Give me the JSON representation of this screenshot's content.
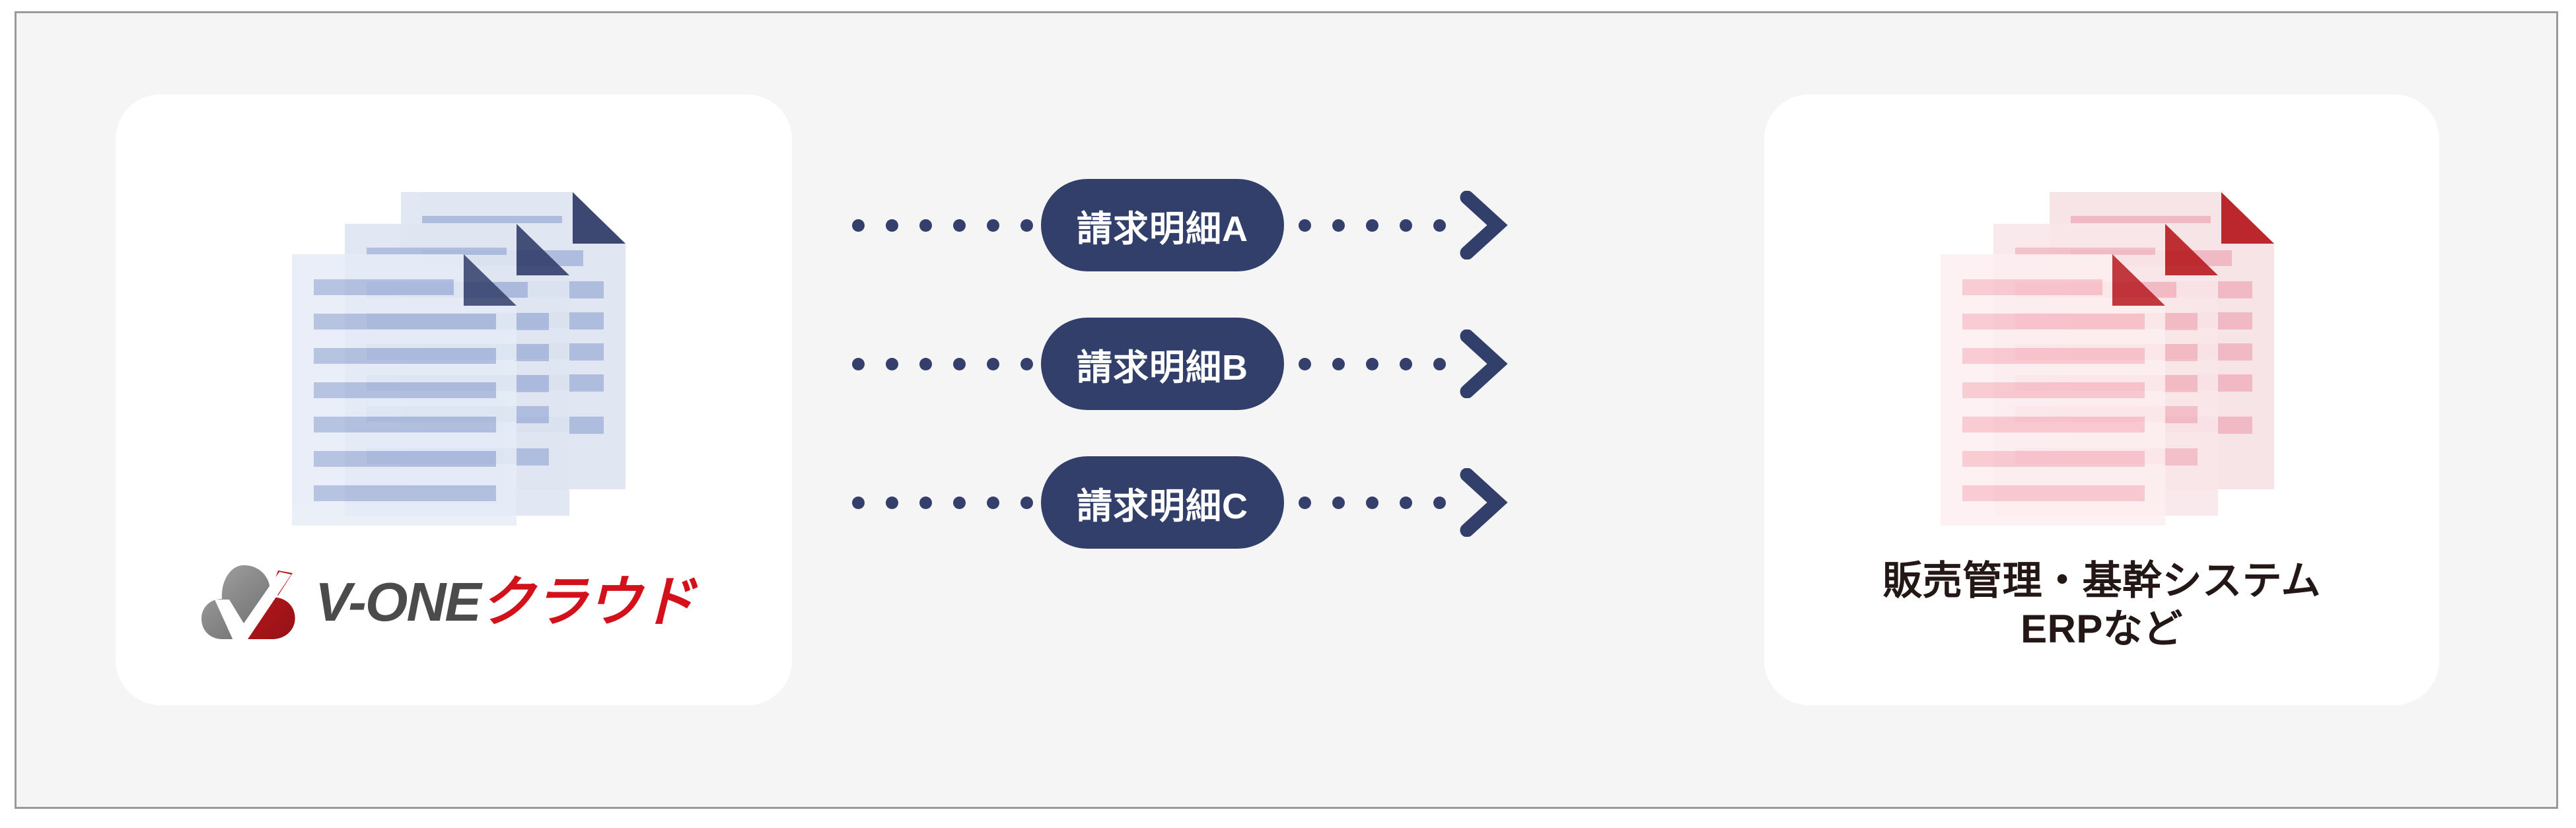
{
  "diagram": {
    "background_color": "#f5f5f5",
    "frame_border_color": "#9a9a9a",
    "accent_navy": "#333f6b",
    "accent_red": "#d3111b",
    "caption_color": "#231815"
  },
  "left_panel": {
    "doc_stack_icon": "blue-document-stack-icon",
    "logo": {
      "mark_icon": "v-one-cloud-check-logo-icon",
      "text_primary": "V-ONE",
      "text_secondary": "クラウド"
    }
  },
  "flow": {
    "rows": [
      {
        "label": "請求明細A",
        "lead_dot_count": 6,
        "trail_dot_count": 5,
        "arrow_icon": "chevron-right-icon"
      },
      {
        "label": "請求明細B",
        "lead_dot_count": 6,
        "trail_dot_count": 5,
        "arrow_icon": "chevron-right-icon"
      },
      {
        "label": "請求明細C",
        "lead_dot_count": 6,
        "trail_dot_count": 5,
        "arrow_icon": "chevron-right-icon"
      }
    ]
  },
  "right_panel": {
    "doc_stack_icon": "pink-document-stack-icon",
    "caption_line1": "販売管理・基幹システム",
    "caption_line2": "ERPなど"
  }
}
